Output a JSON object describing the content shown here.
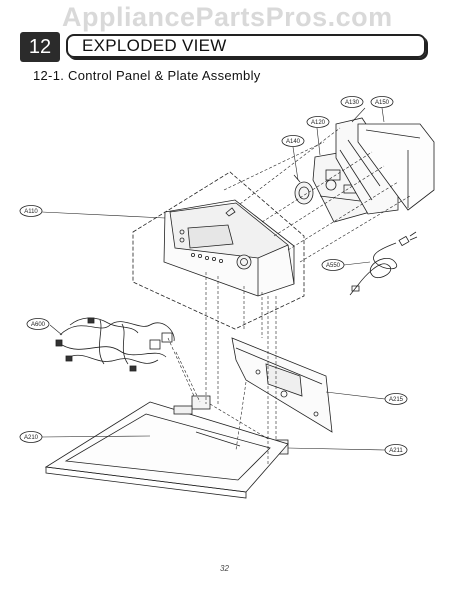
{
  "watermark": "AppliancePartsPros.com",
  "header": {
    "chapter_number": "12",
    "chapter_title": "EXPLODED VIEW"
  },
  "section_title": "12-1. Control Panel & Plate Assembly",
  "callouts": {
    "a130": "A130",
    "a150": "A150",
    "a120": "A120",
    "a140": "A140",
    "a110": "A110",
    "a550": "A550",
    "a600": "A600",
    "a215": "A215",
    "a210": "A210",
    "a211": "A211"
  },
  "page_number": "32"
}
